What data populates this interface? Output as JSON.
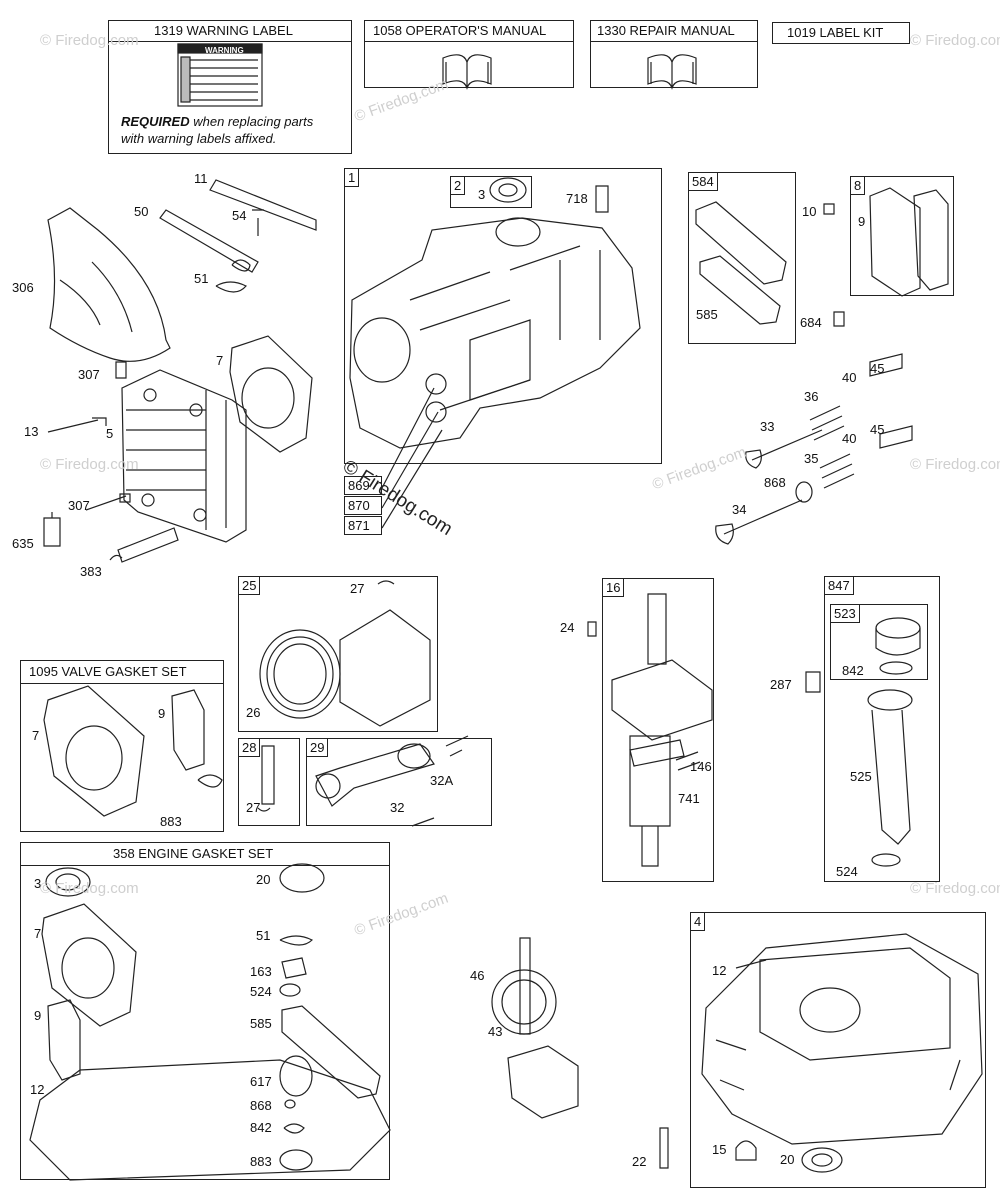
{
  "header_boxes": {
    "warning_label": "1319 WARNING LABEL",
    "warning_text": "WARNING",
    "required_bold": "REQUIRED",
    "required_rest_1": " when replacing parts",
    "required_line_2": "with warning labels affixed.",
    "operators_manual": "1058 OPERATOR'S MANUAL",
    "repair_manual": "1330 REPAIR MANUAL",
    "label_kit": "1019 LABEL KIT"
  },
  "kits": {
    "valve_gasket_set": "1095 VALVE GASKET SET",
    "engine_gasket_set": "358 ENGINE GASKET SET"
  },
  "tags": {
    "block": "1",
    "seal_kit": "2",
    "exhaust_gasket": "584",
    "breather": "8",
    "piston": "25",
    "pin": "28",
    "rod": "29",
    "crank": "16",
    "dipstick": "847",
    "dipstick_cap": "523",
    "sump": "4",
    "p869": "869",
    "p870": "870",
    "p871": "871"
  },
  "labels": {
    "p11": "11",
    "p50": "50",
    "p54": "54",
    "p51": "51",
    "p306": "306",
    "p307a": "307",
    "p7a": "7",
    "p13": "13",
    "p5": "5",
    "p307b": "307",
    "p635": "635",
    "p383": "383",
    "p3a": "3",
    "p718": "718",
    "p10": "10",
    "p9a": "9",
    "p585a": "585",
    "p684": "684",
    "p40a": "40",
    "p45a": "45",
    "p36": "36",
    "p33": "33",
    "p40b": "40",
    "p45b": "45",
    "p35": "35",
    "p868a": "868",
    "p34": "34",
    "p27a": "27",
    "p26": "26",
    "p27b": "27",
    "p32a": "32A",
    "p32": "32",
    "p24": "24",
    "p146": "146",
    "p741": "741",
    "p287": "287",
    "p842a": "842",
    "p525": "525",
    "p524a": "524",
    "p7b": "7",
    "p9b": "9",
    "p883a": "883",
    "p3b": "3",
    "p7c": "7",
    "p9c": "9",
    "p12a": "12",
    "p20a": "20",
    "p51b": "51",
    "p163": "163",
    "p524b": "524",
    "p585b": "585",
    "p617": "617",
    "p868b": "868",
    "p842b": "842",
    "p883b": "883",
    "p46": "46",
    "p43": "43",
    "p22": "22",
    "p12b": "12",
    "p15": "15",
    "p20b": "20"
  },
  "watermarks": {
    "small": "© Firedog.com",
    "big": "© Firedog.com"
  }
}
